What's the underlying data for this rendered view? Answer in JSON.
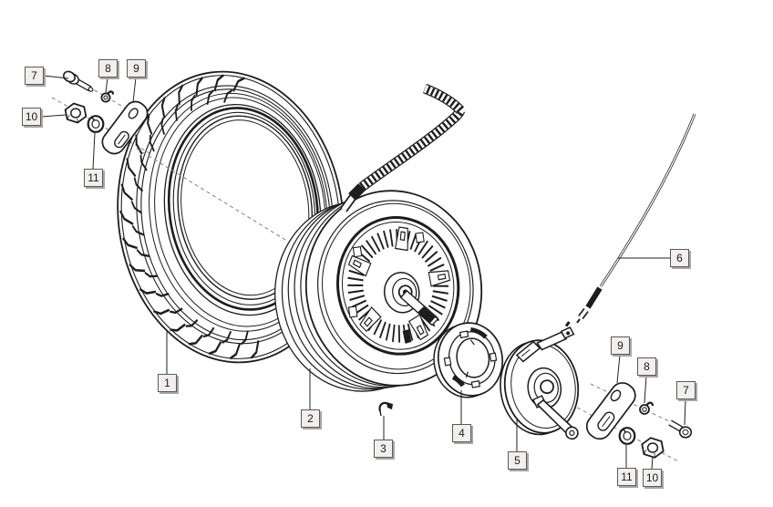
{
  "diagram": {
    "type": "exploded-parts-diagram",
    "background": "#ffffff",
    "line_color": "#1d1d1d",
    "dash_color": "#8a8a8a",
    "callout_style": {
      "bg": "#f1f0ee",
      "border": "#5a5a5a",
      "shadow": "#a6a6a6",
      "text": "#1a1a1a"
    },
    "callouts": [
      {
        "num": "7"
      },
      {
        "num": "8"
      },
      {
        "num": "9"
      },
      {
        "num": "10"
      },
      {
        "num": "11"
      },
      {
        "num": "1"
      },
      {
        "num": "2"
      },
      {
        "num": "3"
      },
      {
        "num": "4"
      },
      {
        "num": "5"
      },
      {
        "num": "6"
      },
      {
        "num": "9"
      },
      {
        "num": "8"
      },
      {
        "num": "7"
      },
      {
        "num": "11"
      },
      {
        "num": "10"
      }
    ]
  }
}
